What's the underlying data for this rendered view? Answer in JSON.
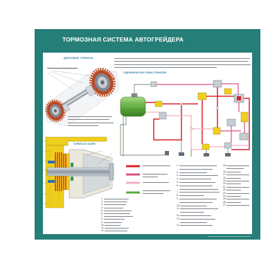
{
  "poster": {
    "title": "ТОРМОЗНАЯ СИСТЕМА АВТОГРЕЙДЕРА",
    "colors": {
      "frame": "#267e78",
      "panel": "#ffffff",
      "heading": "#2f7fa6"
    }
  },
  "disc_brakes": {
    "heading": "ДИСКОВЫЕ ТОРМОЗА"
  },
  "brake_assembly": {
    "heading": "ТОРМОЗ В СБОРЕ",
    "parts_list": [
      "1.",
      "2.",
      "3.",
      "4.",
      "5.",
      "6.",
      "7.",
      "8.",
      "9.",
      "10.",
      "11.",
      "12."
    ]
  },
  "hydraulic_scheme": {
    "heading": "ГИДРАВЛИЧЕСКАЯ СХЕМА ТОРМОЗОВ",
    "legend_colors": [
      "#d8232a",
      "#d94f83",
      "#f2afc1",
      "#5cab3a"
    ],
    "components_list_a": [
      "1.",
      "2.",
      "3.",
      "4.",
      "5.",
      "6.",
      "7.",
      "8.",
      "9.",
      "10.",
      "11.",
      "12.",
      "13.",
      "14."
    ],
    "components_list_b": [
      "15.",
      "16.",
      "17.",
      "18.",
      "19.",
      "20.",
      "21.",
      "22.",
      "23.",
      "24.",
      "25.",
      "26.",
      "27."
    ]
  }
}
